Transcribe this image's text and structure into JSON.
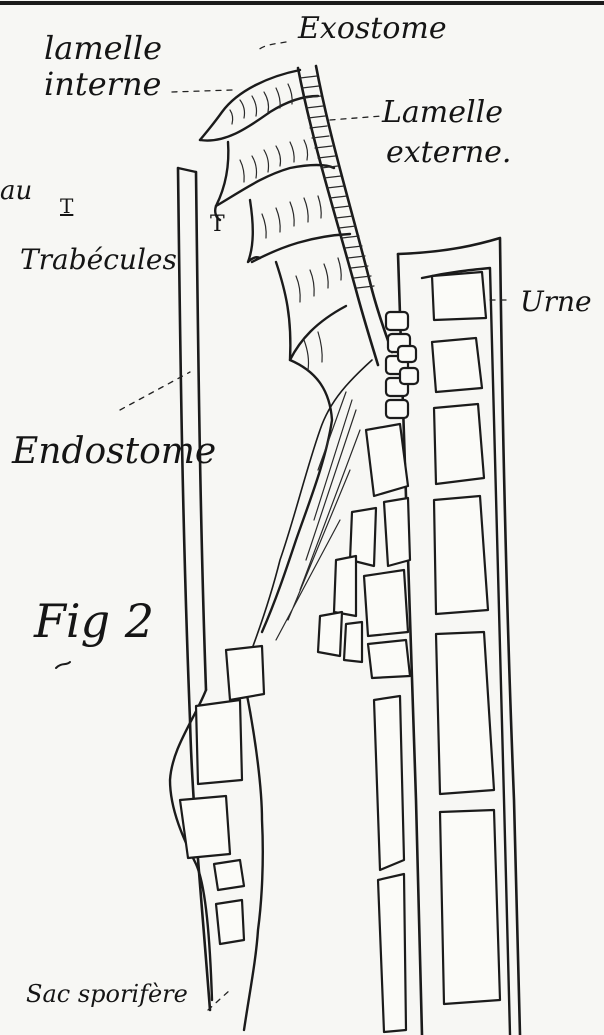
{
  "labels": {
    "exostome": "Exostome",
    "lamelle_interne_1": "lamelle",
    "lamelle_interne_2": "interne",
    "lamelle_externe_1": "Lamelle",
    "lamelle_externe_2": "externe.",
    "fragment": "au",
    "t_small": "T",
    "trabecules": "Trabécules",
    "t_marker": "T",
    "urne": "Urne",
    "endostome": "Endostome",
    "fig": "Fig 2",
    "sac_sporifere": "Sac sporifère"
  }
}
